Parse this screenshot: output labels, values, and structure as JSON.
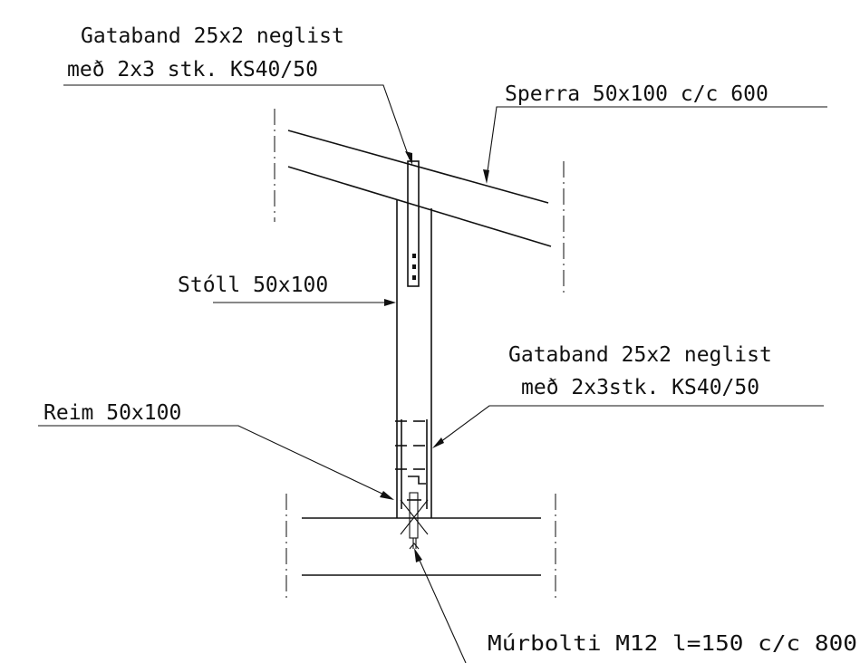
{
  "labels": {
    "gataband_top_line1": "Gataband 25x2 neglist",
    "gataband_top_line2": "með 2x3 stk. KS40/50",
    "sperra": "Sperra 50x100 c/c 600",
    "stoll": "Stóll 50x100",
    "gataband_bottom_line1": "Gataband 25x2 neglist",
    "gataband_bottom_line2": "með 2x3stk. KS40/50",
    "reim": "Reim 50x100",
    "murbolti": "Múrbolti M12 l=150 c/c 800"
  },
  "colors": {
    "line": "#111111",
    "background": "#ffffff"
  }
}
